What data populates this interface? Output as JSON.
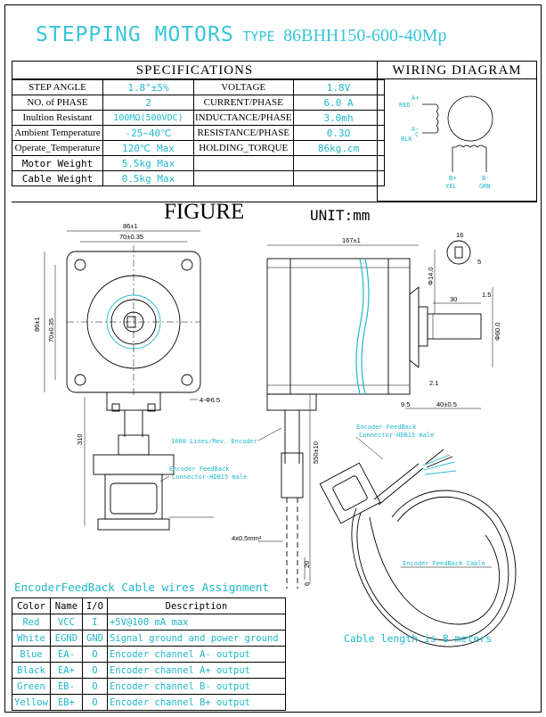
{
  "title": {
    "main": "STEPPING MOTORS",
    "type_label": "TYPE",
    "model": "86BHH150-600-40Mp"
  },
  "headers": {
    "specifications": "SPECIFICATIONS",
    "wiring": "WIRING DIAGRAM"
  },
  "specs": [
    {
      "label": "STEP ANGLE",
      "value": "1.8°±5%",
      "label2": "VOLTAGE",
      "value2": "1.8V"
    },
    {
      "label": "NO. of PHASE",
      "value": "2",
      "label2": "CURRENT/PHASE",
      "value2": "6.0 A"
    },
    {
      "label": "Inultion Resistant",
      "value": "100MΩ(500VDC)",
      "label2": "INDUCTANCE/PHASE",
      "value2": "3.0mh"
    },
    {
      "label": "Ambient Temperature",
      "value": "-25~40℃",
      "label2": "RESISTANCE/PHASE",
      "value2": "0.3Ω"
    },
    {
      "label": "Operate_Temperature",
      "value": "120℃ Max",
      "label2": "HOLDING_TORQUE",
      "value2": "86kg.cm"
    },
    {
      "label": "Motor Weight",
      "value": "5.5kg Max",
      "label2": "",
      "value2": ""
    },
    {
      "label": "Cable Weight",
      "value": "0.5kg Max",
      "label2": "",
      "value2": ""
    }
  ],
  "wiring": {
    "a_plus": "A+",
    "a_minus": "A-",
    "b_plus": "B+",
    "b_minus": "B-",
    "red": "RED",
    "blk": "BLK",
    "yel": "YEL",
    "grn": "GRN",
    "c_label": "C"
  },
  "figure": {
    "title": "FIGURE",
    "unit": "UNIT:mm"
  },
  "dims": {
    "w86": "86±1",
    "w70": "70±0.35",
    "h86": "86±1",
    "h70": "70±0.35",
    "holes": "4-Φ6.5",
    "len167": "167±1",
    "d14": "Φ14.0",
    "k16": "16",
    "k5": "5",
    "s1_5": "1.5",
    "s30": "30",
    "d60": "Φ60.0",
    "s2_1": "2.1",
    "s9_5": "9.5",
    "s40": "40±0.5",
    "c310": "310",
    "c550": "550±10",
    "c4x": "4x0.5mm²",
    "c20": "20",
    "c6": "6"
  },
  "labels": {
    "encoder": "1000 Lines/Rev. Encoder",
    "conn_left_1": "Encoder FeedBack",
    "conn_left_2": "Connector-HDB15 male",
    "conn_right_1": "Encoder FeedBack",
    "conn_right_2": "Connector-HDB15 male",
    "cable": "Encoder FeedBack Cable",
    "cable_length": "Cable length is 8 meters"
  },
  "cable": {
    "title": "EncoderFeedBack Cable wires Assignment",
    "headers": [
      "Color",
      "Name",
      "I/O",
      "Description"
    ],
    "rows": [
      [
        "Red",
        "VCC",
        "I",
        "+5V@100 mA max"
      ],
      [
        "White",
        "EGND",
        "GND",
        "Signal ground and power ground"
      ],
      [
        "Blue",
        "EA-",
        "O",
        "Encoder channel A- output"
      ],
      [
        "Black",
        "EA+",
        "O",
        "Encoder channel A+ output"
      ],
      [
        "Green",
        "EB-",
        "O",
        "Encoder channel B- output"
      ],
      [
        "Yellow",
        "EB+",
        "O",
        "Encoder channel B+ output"
      ]
    ]
  },
  "colors": {
    "accent": "#1fb7c9",
    "ink": "#000000",
    "title": "#35c6d8"
  }
}
